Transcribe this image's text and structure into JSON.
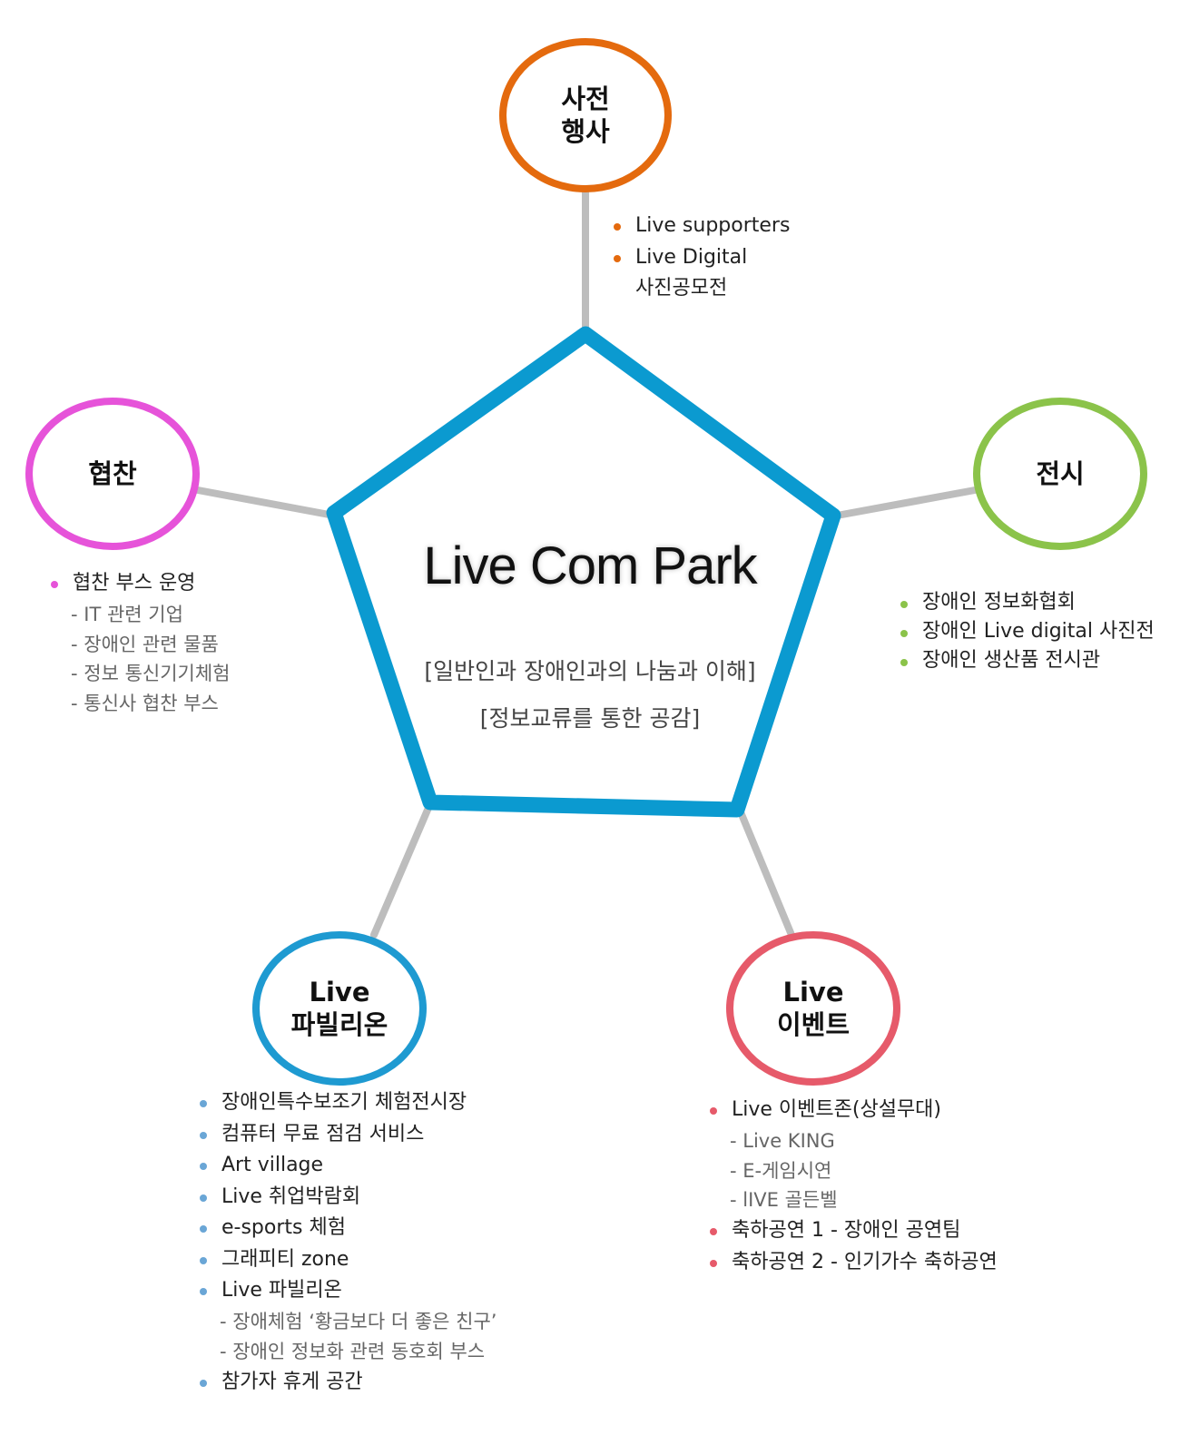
{
  "center": {
    "title": "Live Com Park",
    "subtitle1": "[일반인과 장애인과의 나눔과 이해]",
    "subtitle2": "[정보교류를 통한 공감]"
  },
  "colors": {
    "pentagon": "#0b9ad0",
    "connector": "#bdbdbd",
    "top": "#e46a0e",
    "left": "#e653d9",
    "right": "#8bc34a",
    "bottom_left": "#1e9ad1",
    "bottom_right": "#e65a6a"
  },
  "nodes": {
    "top": {
      "line1": "사전",
      "line2": "행사"
    },
    "left": {
      "line1": "협찬"
    },
    "right": {
      "line1": "전시"
    },
    "bottom_left": {
      "line1": "Live",
      "line2": "파빌리온"
    },
    "bottom_right": {
      "line1": "Live",
      "line2": "이벤트"
    }
  },
  "lists": {
    "top": [
      "Live supporters",
      "Live Digital",
      "사진공모전"
    ],
    "left": [
      "협찬 부스 운영",
      "- IT 관련 기업",
      "- 장애인 관련 물품",
      "- 정보 통신기기체험",
      "- 통신사 협찬 부스"
    ],
    "right": [
      "장애인 정보화협회",
      "장애인 Live digital 사진전",
      "장애인 생산품 전시관"
    ],
    "bottom_left": [
      "장애인특수보조기 체험전시장",
      "컴퓨터 무료 점검 서비스",
      "Art village",
      "Live 취업박람회",
      "e-sports 체험",
      "그래피티 zone",
      "Live 파빌리온",
      "-  장애체험 ‘황금보다 더 좋은 친구’",
      "- 장애인 정보화 관련 동호회 부스",
      "참가자 휴게 공간"
    ],
    "bottom_right": [
      "Live 이벤트존(상설무대)",
      "- Live KING",
      "- E-게임시연",
      "- lIVE 골든벨",
      "축하공연 1 - 장애인 공연팀",
      "축하공연 2 - 인기가수 축하공연"
    ]
  }
}
